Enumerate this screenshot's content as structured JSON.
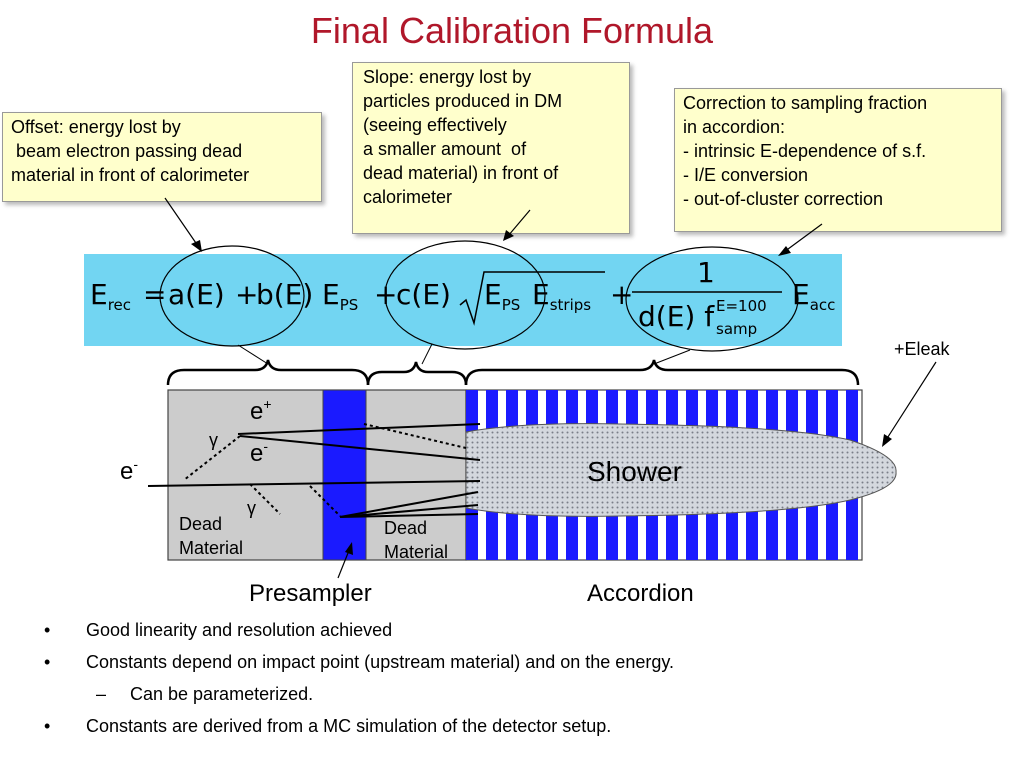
{
  "title": "Final Calibration Formula",
  "callouts": {
    "offset": "Offset: energy lost by\n beam electron passing dead\nmaterial in front of calorimeter",
    "slope": "Slope: energy lost by\nparticles produced in DM\n(seeing effectively\na smaller amount  of\ndead material) in front of\ncalorimeter",
    "correction": "Correction to sampling fraction\nin accordion:\n- intrinsic E-dependence of s.f.\n- I/E conversion\n- out-of-cluster correction"
  },
  "formula": {
    "E": "E",
    "rec": "rec",
    "eq": "=",
    "aE": "a(E)",
    "plus": "+",
    "bE": "b(E)",
    "PS": "PS",
    "cE": "c(E)",
    "strips": "strips",
    "one": "1",
    "dE": "d(E)",
    "f": "f",
    "E100": "E=100",
    "samp": "samp",
    "acc": "acc"
  },
  "diagram": {
    "eleak": "+Eleak",
    "e_plus": "e",
    "plus_sup": "+",
    "e_minus": "e",
    "minus_sup": "-",
    "e_beam": "e",
    "gamma": "γ",
    "shower": "Shower",
    "dead_material_1": "Dead\nMaterial",
    "dead_material_2": "Dead\nMaterial",
    "presampler": "Presampler",
    "accordion": "Accordion"
  },
  "bullets": [
    {
      "marker": "•",
      "text": "Good linearity and resolution achieved"
    },
    {
      "marker": "•",
      "text": "Constants depend on impact point (upstream material) and on the energy."
    },
    {
      "marker": "–",
      "text": "Can be parameterized."
    },
    {
      "marker": "•",
      "text": "Constants are derived from a MC simulation of the detector setup."
    }
  ],
  "colors": {
    "title": "#b0172a",
    "callout_bg": "#ffffcc",
    "formula_bg": "#72d5f2",
    "dead_material": "#cccccc",
    "accordion_blue": "#1a1aff",
    "shower_fill": "#c8ccd4"
  }
}
